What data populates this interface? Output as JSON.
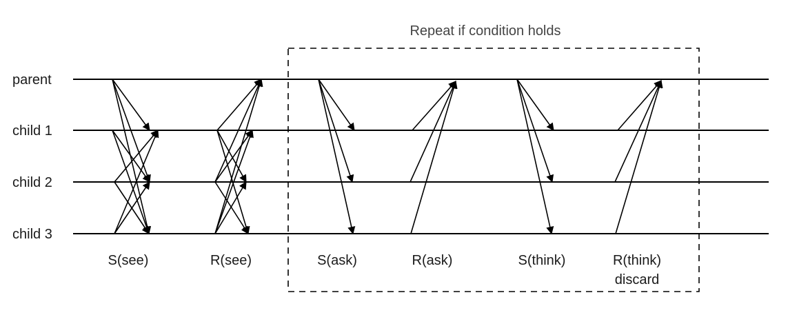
{
  "lanes": [
    {
      "id": "parent",
      "label": "parent"
    },
    {
      "id": "child1",
      "label": "child 1"
    },
    {
      "id": "child2",
      "label": "child 2"
    },
    {
      "id": "child3",
      "label": "child 3"
    }
  ],
  "repeat_box": {
    "label": "Repeat if condition holds"
  },
  "phases": [
    {
      "id": "s-see",
      "label": "S(see)",
      "kind": "send",
      "senders": [
        "parent",
        "child1",
        "child2",
        "child3"
      ]
    },
    {
      "id": "r-see",
      "label": "R(see)",
      "kind": "receive",
      "receivers": [
        "parent",
        "child1",
        "child2",
        "child3"
      ]
    },
    {
      "id": "s-ask",
      "label": "S(ask)",
      "kind": "send",
      "senders": [
        "parent"
      ]
    },
    {
      "id": "r-ask",
      "label": "R(ask)",
      "kind": "receive",
      "receivers": [
        "parent"
      ]
    },
    {
      "id": "s-think",
      "label": "S(think)",
      "kind": "send",
      "senders": [
        "parent"
      ]
    },
    {
      "id": "r-think",
      "label": "R(think)",
      "sublabel": "discard",
      "kind": "receive",
      "receivers": [
        "parent"
      ]
    }
  ]
}
